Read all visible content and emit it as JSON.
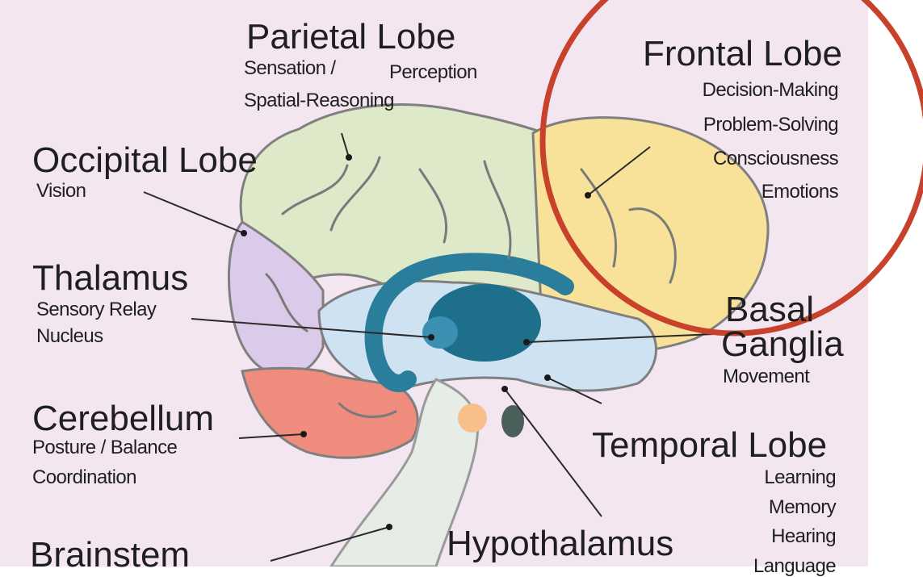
{
  "labels": {
    "parietal": {
      "title": "Parietal Lobe",
      "f1": "Sensation /",
      "f2": "Perception",
      "f3": "Spatial-Reasoning"
    },
    "frontal": {
      "title": "Frontal Lobe",
      "f1": "Decision-Making",
      "f2": "Problem-Solving",
      "f3": "Consciousness",
      "f4": "Emotions"
    },
    "occipital": {
      "title": "Occipital Lobe",
      "f1": "Vision"
    },
    "thalamus": {
      "title": "Thalamus",
      "f1": "Sensory Relay",
      "f2": "Nucleus"
    },
    "basal": {
      "title1": "Basal",
      "title2": "Ganglia",
      "f1": "Movement"
    },
    "cerebellum": {
      "title": "Cerebellum",
      "f1": "Posture / Balance",
      "f2": "Coordination"
    },
    "temporal": {
      "title": "Temporal Lobe",
      "f1": "Learning",
      "f2": "Memory",
      "f3": "Hearing",
      "f4": "Language"
    },
    "hypothalamus": {
      "title": "Hypothalamus"
    },
    "brainstem": {
      "title": "Brainstem"
    }
  },
  "colors": {
    "background": "#f3e6f1",
    "parietal": "#dde9c9",
    "frontal": "#f8e29a",
    "occipital": "#dccaea",
    "cerebellum": "#ef8c7d",
    "inner_region": "#cfe2f2",
    "thalamus": "#1e6f8c",
    "corpus_callosum": "#2b7d9c",
    "highlight_circle": "#c8412b"
  }
}
